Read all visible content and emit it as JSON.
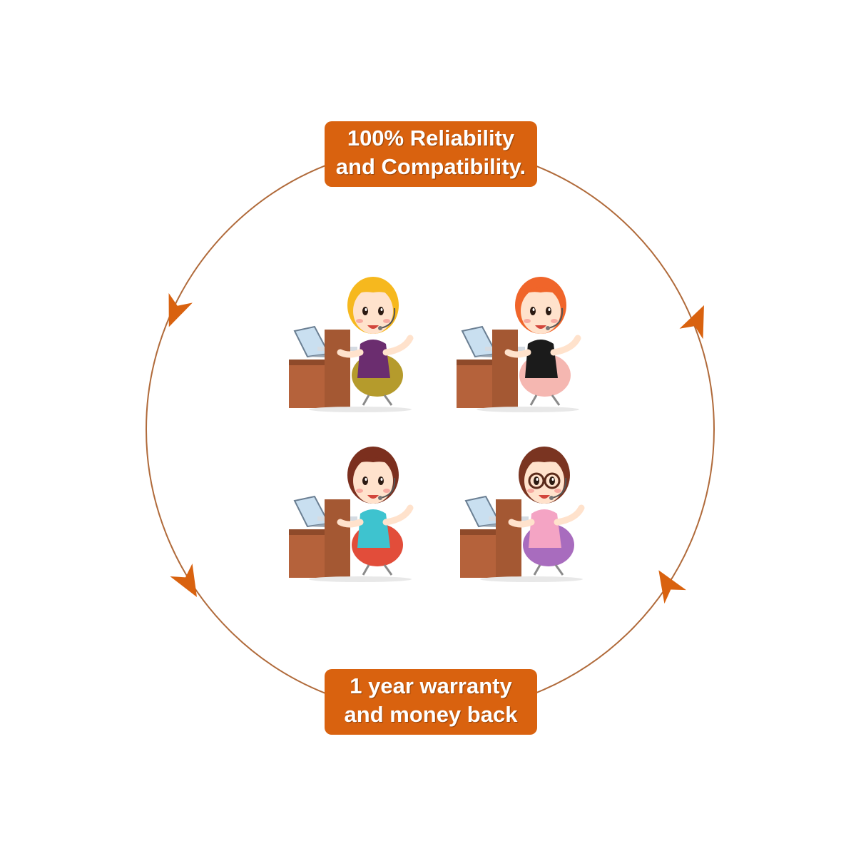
{
  "labels": {
    "top": {
      "line1": "100% Reliability",
      "line2": "and Compatibility."
    },
    "bottom": {
      "line1": "1 year warranty",
      "line2": "and money back"
    }
  },
  "colors": {
    "accent": "#d9620f",
    "ring": "#b06a3a",
    "desk": "#b5623b",
    "desk_dark": "#8f4a2a",
    "laptop": "#c9dff0",
    "skin": "#ffe2cc"
  },
  "agents": [
    {
      "name": "blonde-agent",
      "hair": "#f6b81e",
      "top": "#6b2d6f",
      "chair": "#b59b2c"
    },
    {
      "name": "redhead-agent",
      "hair": "#f0652a",
      "top": "#1b1b1b",
      "chair": "#f5b7b1"
    },
    {
      "name": "brunette-agent",
      "hair": "#7b2f1e",
      "top": "#3ec3cf",
      "chair": "#e24d3a"
    },
    {
      "name": "glasses-agent",
      "hair": "#7a3421",
      "top": "#f4a4c4",
      "chair": "#a86cbe"
    }
  ],
  "icons": [
    "arrow-left-up-icon",
    "arrow-left-down-icon",
    "arrow-right-up-icon",
    "arrow-right-down-icon"
  ]
}
